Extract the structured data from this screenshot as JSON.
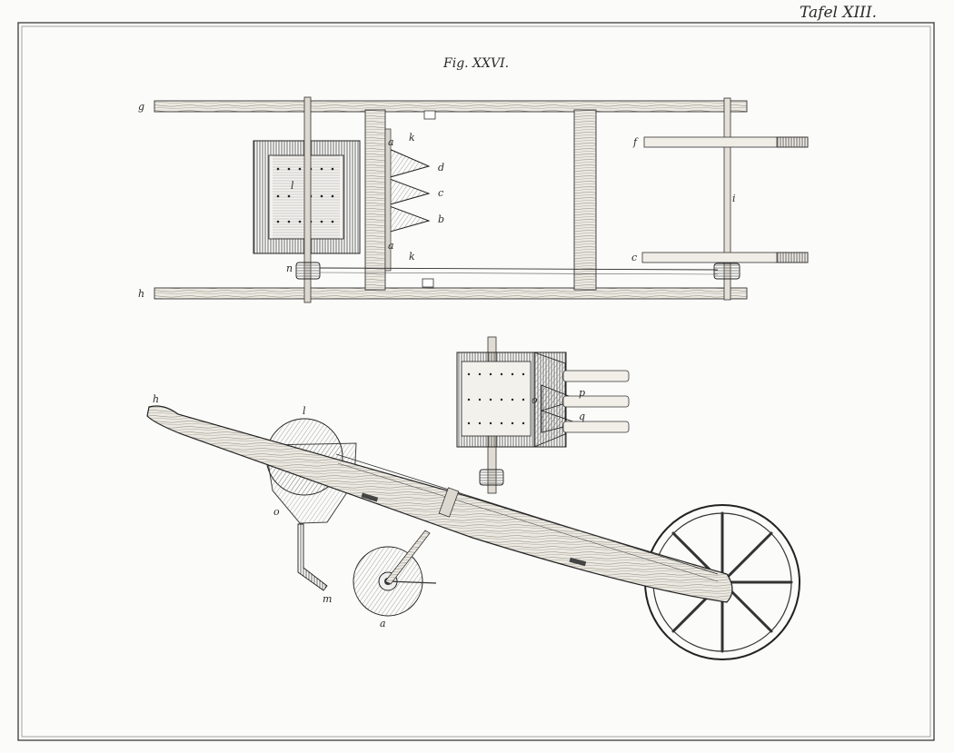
{
  "plate": {
    "title": "Tafel XIII.",
    "figure_title": "Fig. XXVI.",
    "colors": {
      "ink": "#2a2a2a",
      "paper": "#fbfbf9",
      "wood": "#e6e2da",
      "hatch": "#555555"
    }
  },
  "top_view": {
    "letters": {
      "g": "g",
      "h": "h",
      "l": "l",
      "n": "n",
      "a_top": "a",
      "a_bottom": "a",
      "k_top": "k",
      "k_bottom": "k",
      "d": "d",
      "c": "c",
      "b": "b",
      "f": "f",
      "i": "i",
      "c_wheel": "c"
    }
  },
  "detail_view": {
    "letters": {
      "o": "o",
      "p": "p",
      "q": "q"
    }
  },
  "side_view": {
    "letters": {
      "h": "h",
      "l": "l",
      "o": "o",
      "m": "m",
      "a": "a"
    }
  }
}
